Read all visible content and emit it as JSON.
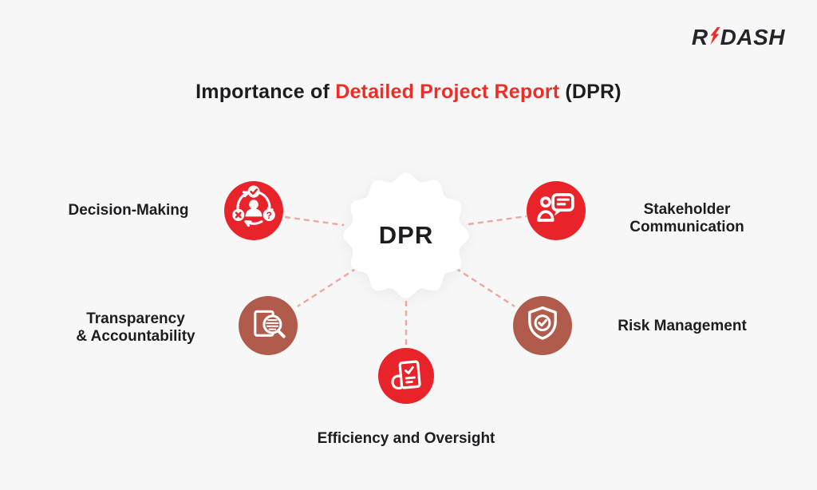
{
  "colors": {
    "background": "#f8f7f7",
    "accent_red": "#e82329",
    "title_red": "#ee2d26",
    "brown": "#b05b4b",
    "dash_line": "#f2a69f",
    "text_dark": "#1d1d21",
    "logo_dark": "#26242a",
    "icon_stroke": "#ffffff",
    "center_blob": "#ffffff"
  },
  "logo": {
    "part_r": "R",
    "part_dash": "DASH",
    "bolt_icon": "lightning-bolt-icon"
  },
  "title": {
    "prefix": "Importance of ",
    "highlight": "Detailed Project Report",
    "suffix": " (DPR)"
  },
  "center": {
    "label": "DPR",
    "shape": "scalloped-circle"
  },
  "nodes": [
    {
      "id": "decision-making",
      "label": "Decision-Making",
      "lines": [
        "Decision-Making"
      ],
      "color": "#e82329",
      "icon": "decision-cycle-icon"
    },
    {
      "id": "stakeholder-communication",
      "label": "Stakeholder Communication",
      "lines": [
        "Stakeholder",
        "Communication"
      ],
      "color": "#e82329",
      "icon": "person-chat-icon"
    },
    {
      "id": "transparency-accountability",
      "label": "Transparency & Accountability",
      "lines": [
        "Transparency",
        "& Accountability"
      ],
      "color": "#b05b4b",
      "icon": "document-magnifier-icon"
    },
    {
      "id": "risk-management",
      "label": "Risk Management",
      "lines": [
        "Risk Management"
      ],
      "color": "#b05b4b",
      "icon": "shield-check-icon"
    },
    {
      "id": "efficiency-oversight",
      "label": "Efficiency and Oversight",
      "lines": [
        "Efficiency and Oversight"
      ],
      "color": "#e82329",
      "icon": "report-check-icon"
    }
  ],
  "connectors": [
    {
      "from": "dpr",
      "to": "decision-making"
    },
    {
      "from": "dpr",
      "to": "stakeholder-communication"
    },
    {
      "from": "dpr",
      "to": "transparency-accountability"
    },
    {
      "from": "dpr",
      "to": "risk-management"
    },
    {
      "from": "dpr",
      "to": "efficiency-oversight"
    }
  ]
}
